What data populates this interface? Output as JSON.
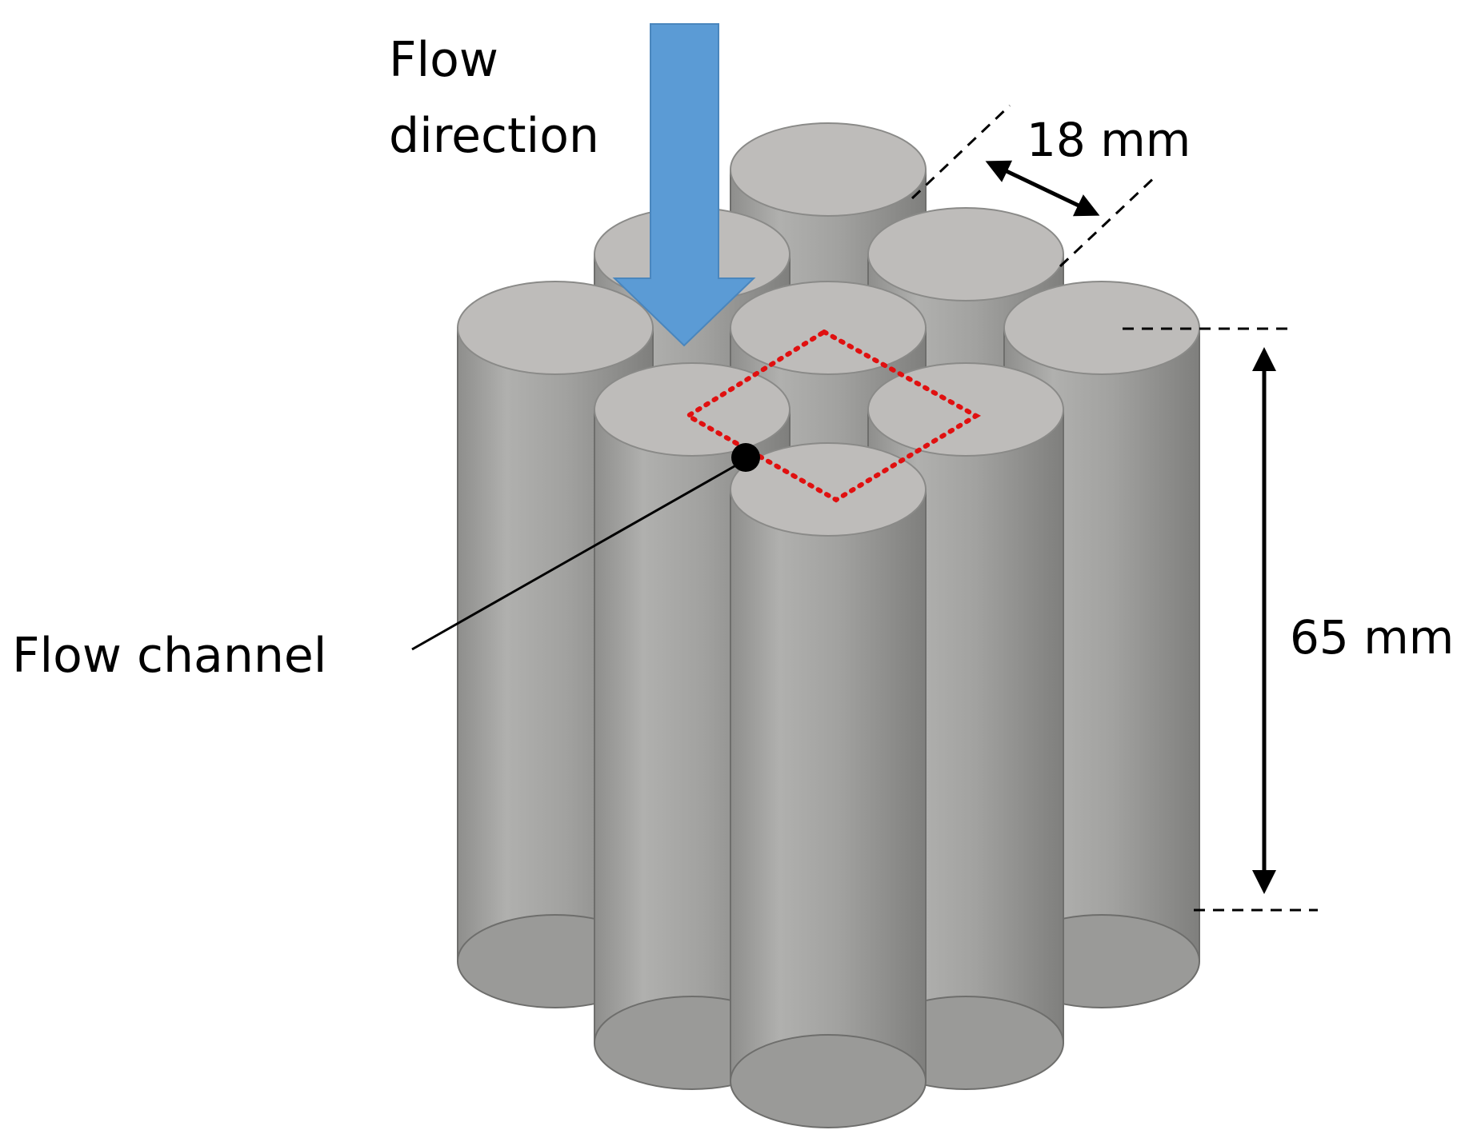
{
  "labels": {
    "flow_direction_line1": "Flow",
    "flow_direction_line2": "direction",
    "flow_channel": "Flow channel",
    "rod_diameter": "18 mm",
    "rod_length": "65 mm"
  },
  "colors": {
    "rod_body": "#a6a6a4",
    "rod_top": "#bfbdbb",
    "arrow": "#5b9bd5",
    "channel_outline": "#e01010",
    "dimension_lines": "#000000"
  },
  "rod_count": 9
}
